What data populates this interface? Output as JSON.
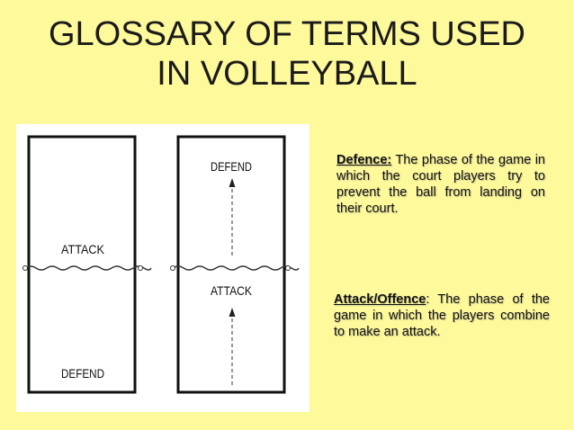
{
  "slide": {
    "title_line1": "GLOSSARY OF TERMS USED",
    "title_line2": "IN VOLLEYBALL"
  },
  "diagram": {
    "court1": {
      "top_label": "ATTACK",
      "bottom_label": "DEFEND"
    },
    "court2": {
      "top_label": "DEFEND",
      "bottom_label": "ATTACK"
    }
  },
  "definitions": {
    "defence": {
      "term": "Defence:",
      "text": " The phase of the game in which the court players try to prevent the ball from landing on their court."
    },
    "attack": {
      "term": "Attack/Offence",
      "text": ": The phase of the game in which the players combine to make an attack."
    }
  },
  "colors": {
    "background": "#fef99a",
    "text": "#111111",
    "diagram_background": "#ffffff"
  }
}
